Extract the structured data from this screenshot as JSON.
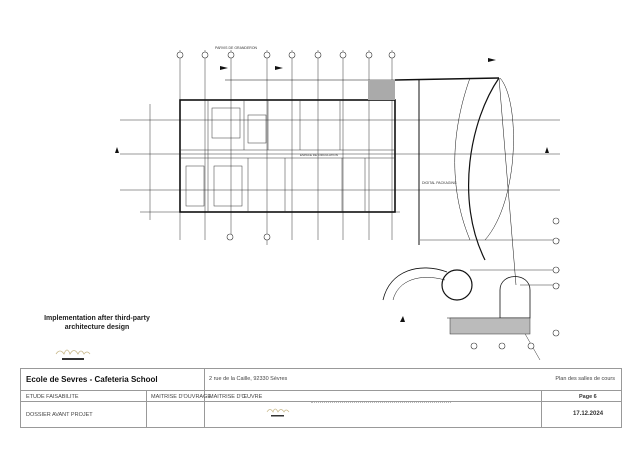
{
  "drawing": {
    "labels": {
      "top_note": "PARVIS DE GRANDERON",
      "corridor": "ESPACE DE CIRCULATION",
      "digital": "DIGITAL PACKAGING"
    }
  },
  "caption": {
    "line1": "Implementation after third-party",
    "line2": "architecture design"
  },
  "title_block": {
    "project": "Ecole de Sevres - Cafeteria School",
    "address": "2 rue de la Caille, 92330 Sèvres",
    "sheet_title": "Plan des salles de cours",
    "phase_label": "ETUDE FAISABILITE",
    "phase_value": "DOSSIER AVANT PROJET",
    "owner_label": "MAITRISE D'OUVRAGE",
    "architect_label": "MAITRISE D'ŒUVRE",
    "page": "Page 6",
    "date": "17.12.2024"
  }
}
